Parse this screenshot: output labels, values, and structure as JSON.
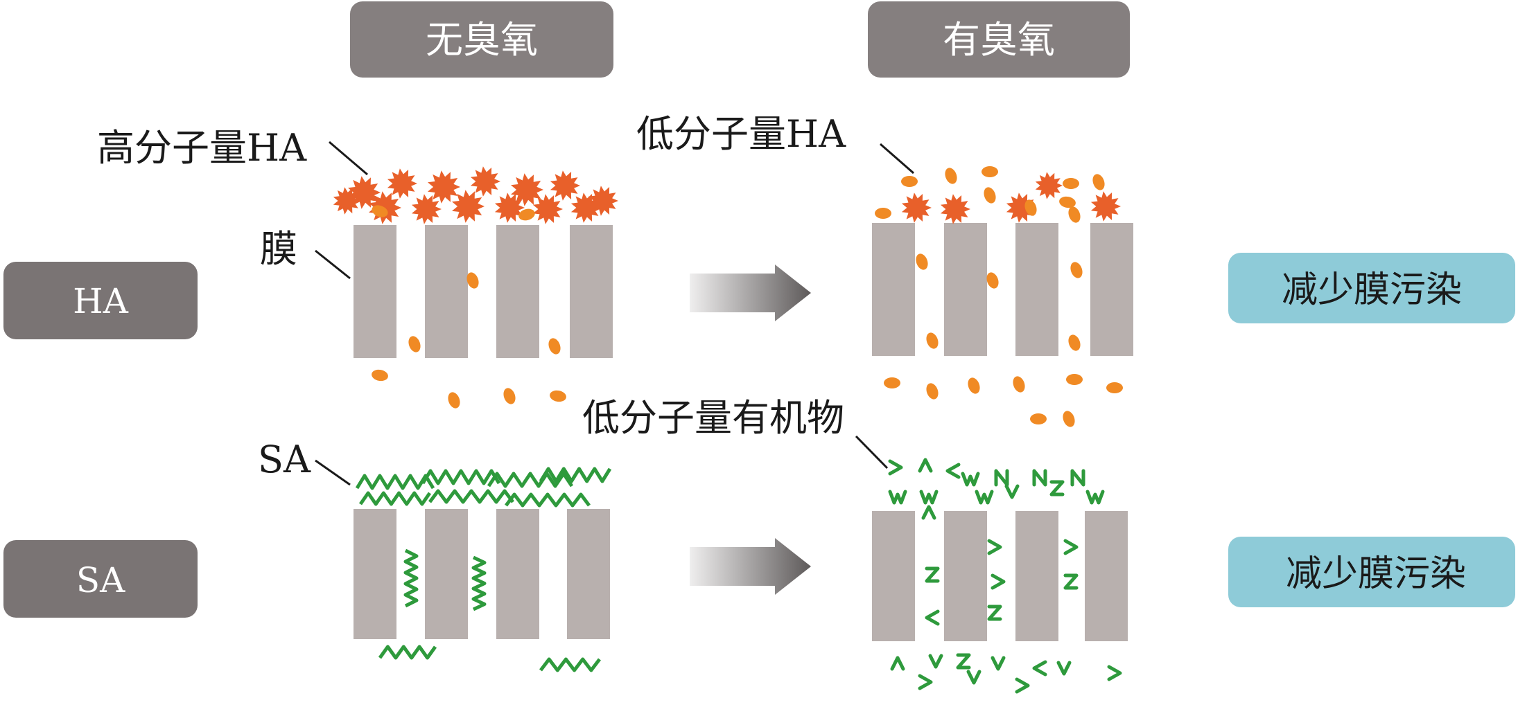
{
  "headers": {
    "no_ozone": "无臭氧",
    "with_ozone": "有臭氧"
  },
  "rows": {
    "ha": "HA",
    "sa": "SA"
  },
  "labels": {
    "high_mw_ha": "高分子量HA",
    "membrane": "膜",
    "low_mw_ha": "低分子量HA",
    "low_mw_organics": "低分子量有机物",
    "sa": "SA"
  },
  "results": {
    "ha": "减少膜污染",
    "sa": "减少膜污染"
  },
  "colors": {
    "header_box": "#857f7f",
    "row_box": "#7a7474",
    "result_box": "#8ecbd8",
    "membrane": "#b8b0ae",
    "ha_large": "#e8602a",
    "ha_small": "#f08a24",
    "sa_strand": "#2e9a3c",
    "arrow": "#6e6a6a"
  },
  "icons": {
    "process_arrow": "arrow-right-icon"
  }
}
